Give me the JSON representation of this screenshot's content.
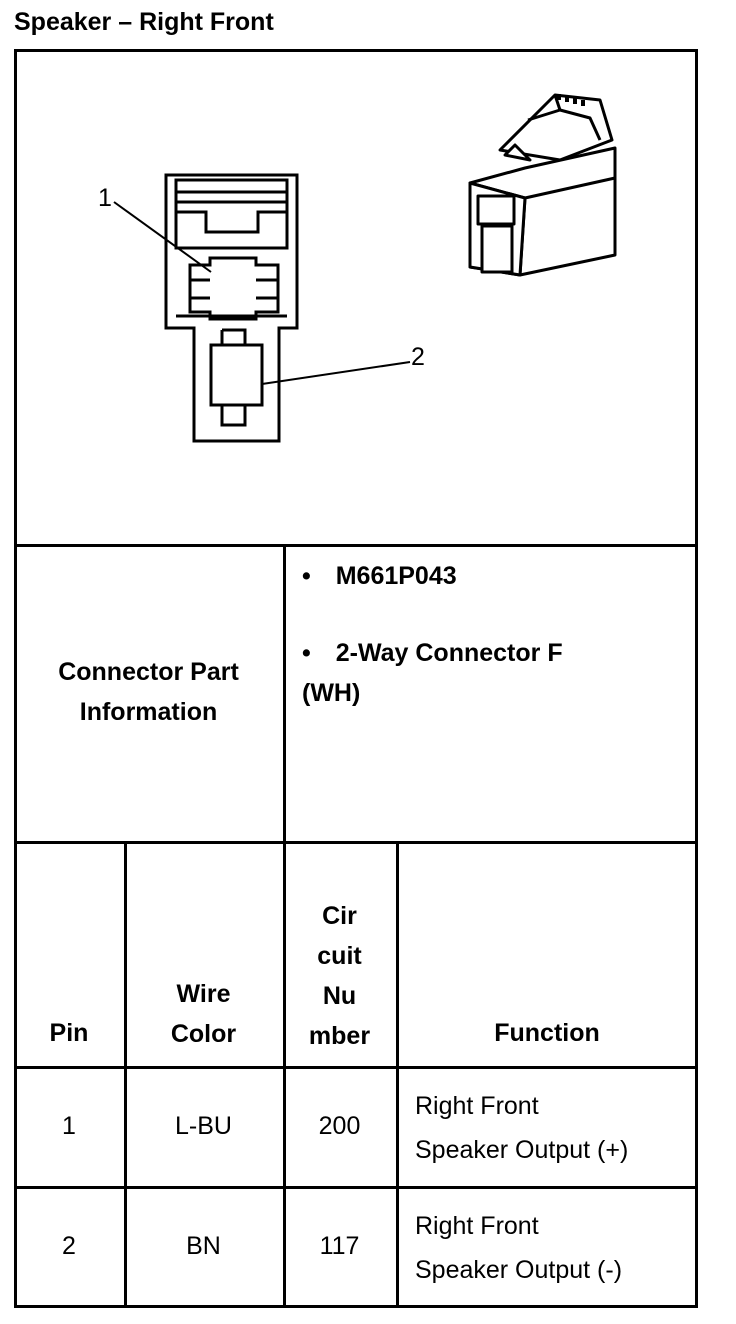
{
  "title": "Speaker – Right Front",
  "diagram": {
    "callout_1": "1",
    "callout_2": "2"
  },
  "connector_info": {
    "label_line1": "Connector Part",
    "label_line2": "Information",
    "bullet": "•",
    "items": [
      {
        "text": "M661P043"
      },
      {
        "text_line1": "2-Way Connector F",
        "text_line2": "(WH)"
      }
    ]
  },
  "table": {
    "headers": {
      "pin": "Pin",
      "wire_color_line1": "Wire",
      "wire_color_line2": "Color",
      "circuit_line1": "Cir",
      "circuit_line2": "cuit",
      "circuit_line3": "Nu",
      "circuit_line4": "mber",
      "function": "Function"
    },
    "rows": [
      {
        "pin": "1",
        "wire_color": "L-BU",
        "circuit": "200",
        "function_line1": "Right Front",
        "function_line2": "Speaker Output (+)"
      },
      {
        "pin": "2",
        "wire_color": "BN",
        "circuit": "117",
        "function_line1": "Right Front",
        "function_line2": "Speaker Output (-)"
      }
    ]
  }
}
